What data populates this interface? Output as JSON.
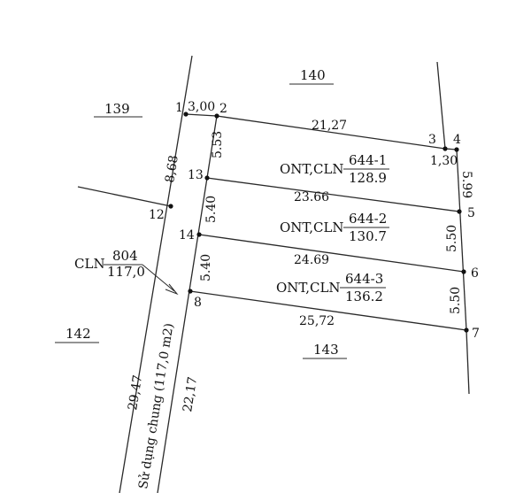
{
  "parcels_outside": {
    "p139": "139",
    "p140": "140",
    "p142": "142",
    "p143": "143"
  },
  "point_labels": {
    "p1": "1",
    "p2": "2",
    "p3": "3",
    "p4": "4",
    "p5": "5",
    "p6": "6",
    "p7": "7",
    "p8": "8",
    "p12": "12",
    "p13": "13",
    "p14": "14"
  },
  "dimensions": {
    "d_1_2": "3,00",
    "d_2_3": "21,27",
    "d_3_4": "1,30",
    "d_13_2": "5.53",
    "d_4_5": "5.99",
    "d_13_5": "23.66",
    "d_14_13": "5.40",
    "d_5_6": "5.50",
    "d_14_6": "24.69",
    "d_8_14": "5.40",
    "d_6_7": "5.50",
    "d_8_7": "25,72",
    "d_1_12": "8,68",
    "d_left_road": "29,47",
    "d_right_road": "22,17"
  },
  "lots": [
    {
      "use": "ONT,CLN",
      "id": "644-1",
      "area": "128.9"
    },
    {
      "use": "ONT,CLN",
      "id": "644-2",
      "area": "130.7"
    },
    {
      "use": "ONT,CLN",
      "id": "644-3",
      "area": "136.2"
    }
  ],
  "common_path": {
    "use": "CLN",
    "id": "804",
    "area": "117,0",
    "note": "Sử dụng chung (117,0 m2)"
  }
}
